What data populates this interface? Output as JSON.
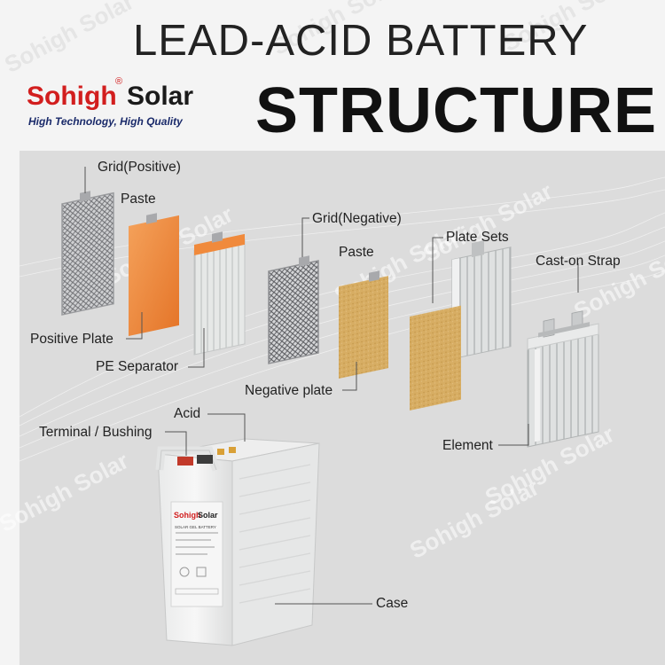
{
  "title": {
    "line1": "LEAD-ACID BATTERY",
    "line2": "STRUCTURE"
  },
  "brand": {
    "name_red": "Sohigh",
    "name_dark": "Solar",
    "registered": "®",
    "tagline": "High Technology, High Quality",
    "watermark": "Sohigh Solar",
    "color_red": "#d21e1e",
    "color_navy": "#1a2a6a"
  },
  "labels": {
    "grid_positive": "Grid(Positive)",
    "paste_positive": "Paste",
    "positive_plate": "Positive Plate",
    "pe_separator": "PE Separator",
    "grid_negative": "Grid(Negative)",
    "paste_negative": "Paste",
    "negative_plate": "Negative plate",
    "plate_sets": "Plate Sets",
    "cast_on_strap": "Cast-on Strap",
    "element": "Element",
    "acid": "Acid",
    "terminal_bushing": "Terminal / Bushing",
    "case": "Case"
  },
  "battery_label": {
    "brand_red": "Sohigh",
    "brand_dark": "Solar",
    "product": "SOLAR GEL BATTERY"
  },
  "colors": {
    "positive_paste": "#f08a3c",
    "negative_paste": "#d8b068",
    "separator": "#e2e4e2",
    "panel": "#dcdcdc"
  }
}
